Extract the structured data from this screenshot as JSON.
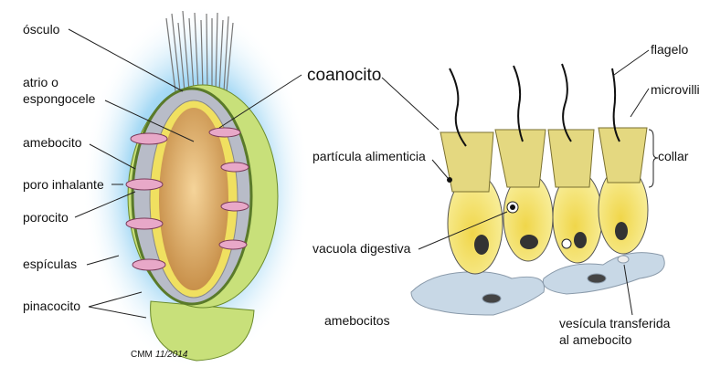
{
  "sponge": {
    "labels": {
      "osculo": "ósculo",
      "atrio_line1": "atrio o",
      "atrio_line2": "espongocele",
      "amebocito": "amebocito",
      "poro": "poro inhalante",
      "porocito": "porocito",
      "espiculas": "espículas",
      "pinacocito": "pinacocito",
      "coanocito": "coanocito"
    },
    "credit_author": "CMM",
    "credit_date": "11/2014"
  },
  "cells": {
    "labels": {
      "flagelo": "flagelo",
      "microvilli": "microvilli",
      "collar": "collar",
      "particula": "partícula alimenticia",
      "vacuola": "vacuola digestiva",
      "amebocitos": "amebocitos",
      "vesicula_line1": "vesícula transferida",
      "vesicula_line2": "al amebocito"
    }
  },
  "colors": {
    "glow": "#7cc4ec",
    "body_green": "#c8e07a",
    "atrium": "#e0b070",
    "cell_yellow": "#f2e27a",
    "amoeba": "#c8d8e6"
  }
}
